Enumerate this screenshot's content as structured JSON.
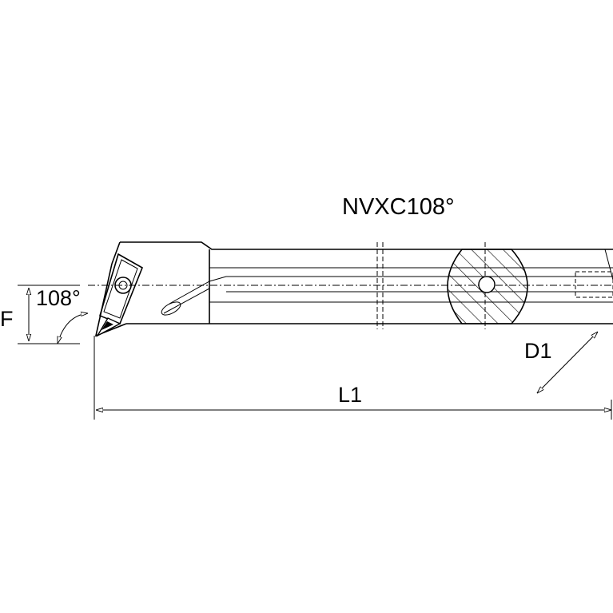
{
  "title": "NVXC108°",
  "labels": {
    "angle": "108°",
    "F": "F",
    "D1": "D1",
    "L1": "L1"
  }
}
